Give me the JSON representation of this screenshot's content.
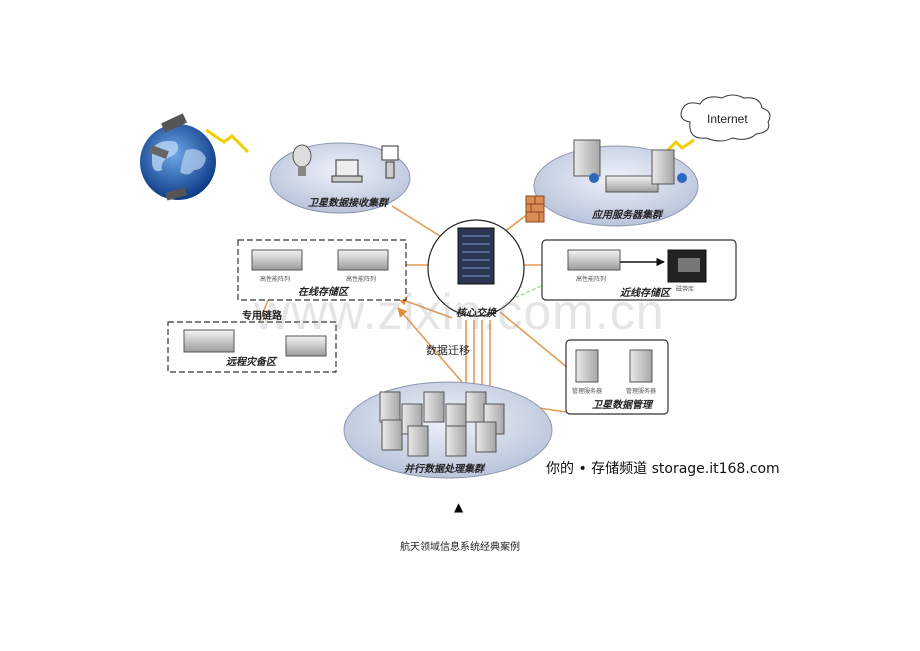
{
  "diagram": {
    "nodes": {
      "core_switch": "核心交换",
      "satellite_receiving_cluster": "卫星数据接收集群",
      "application_server_cluster": "应用服务器集群",
      "online_storage_zone": "在线存储区",
      "nearline_storage_zone": "近线存储区",
      "remote_disaster_zone": "远程灾备区",
      "satellite_data_management": "卫星数据管理",
      "parallel_processing_cluster": "并行数据处理集群"
    },
    "edge_labels": {
      "dedicated_link": "专用链路",
      "data_migration": "数据迁移",
      "internet": "Internet"
    },
    "device_labels": {
      "disk_array": "高性能阵列",
      "tape_library": "磁带库",
      "management_server": "管理服务器"
    }
  },
  "watermark": "www.zixin.com.cn",
  "brand": "你的 • 存储频道  storage.it168.com",
  "marker": "▲",
  "caption": "航天领域信息系统经典案例"
}
